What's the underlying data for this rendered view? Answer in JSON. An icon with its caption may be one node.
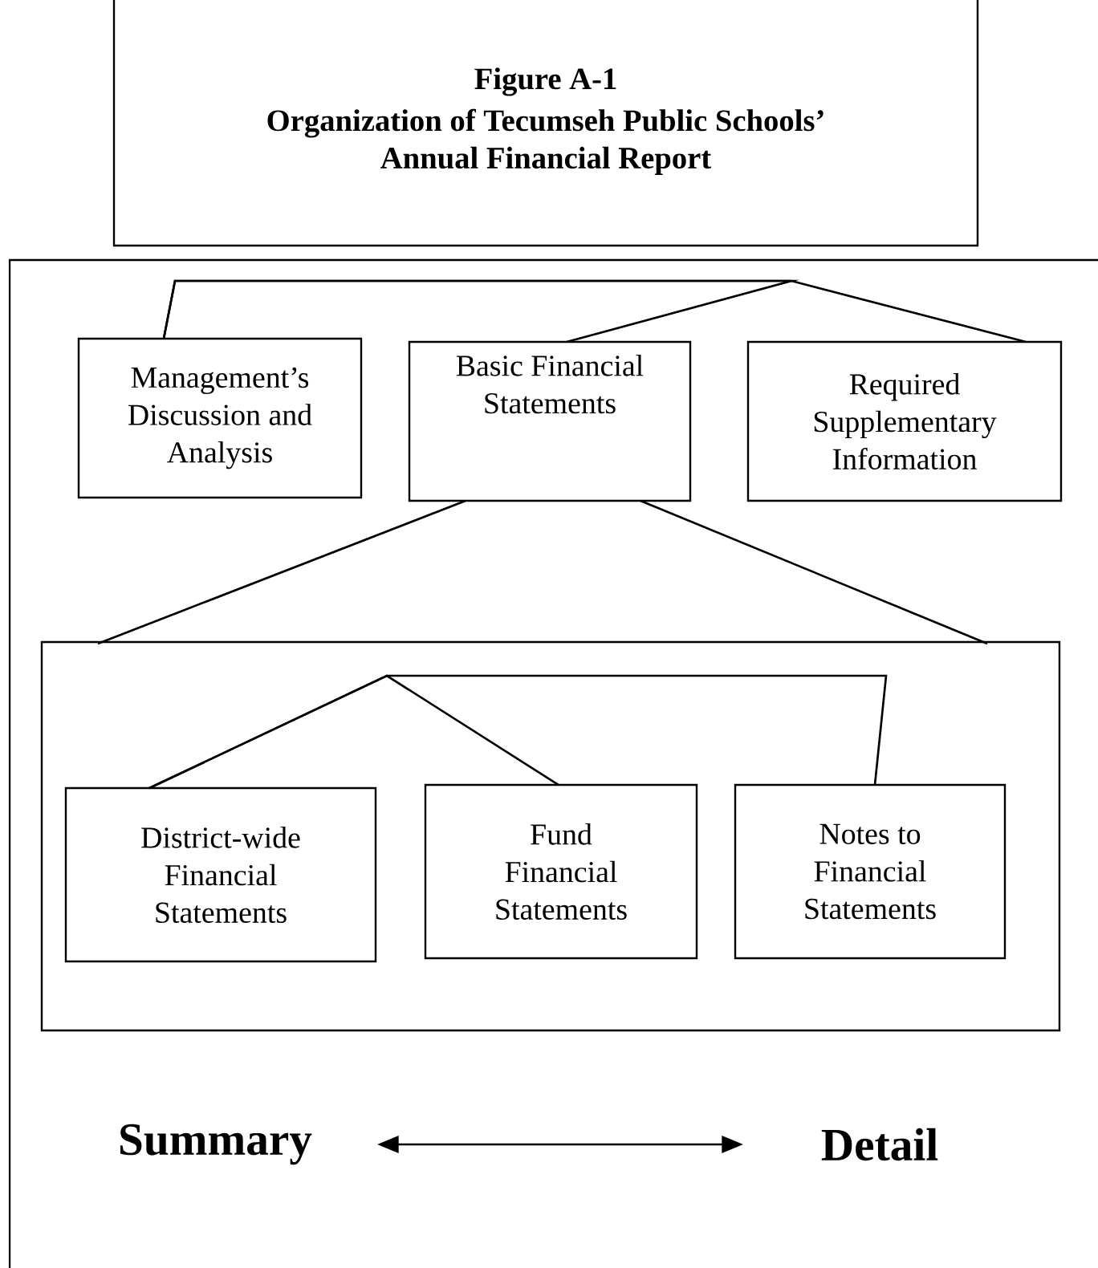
{
  "diagram": {
    "nodes": [
      {
        "text": [
          "Figure A-1",
          "Organization of Tecumseh Public Schools’ Annual Financial Report"
        ]
      },
      {
        "text": [],
        "shape": "box"
      },
      {
        "text": [
          "Management’s Discussion and Analysis"
        ],
        "in": 1
      },
      {
        "text": [
          "Basic Financial Statements"
        ],
        "in": 1
      },
      {
        "text": [
          "Required Supplementary Information"
        ],
        "in": 1
      },
      {
        "text": [],
        "shape": "box",
        "in": 1
      },
      {
        "text": [
          "District-wide Financial Statements"
        ],
        "in": 5
      },
      {
        "text": [
          "Fund Financial Statements"
        ],
        "in": 5
      },
      {
        "text": [
          "Notes to Financial Statements"
        ],
        "in": 5
      },
      {
        "text": [
          "Summary"
        ],
        "in": 1
      },
      {
        "text": [
          "Detail"
        ],
        "in": 1
      }
    ],
    "edges": [
      {
        "from": 2,
        "to": 3,
        "arrow": "none"
      },
      {
        "from": 2,
        "to": 4,
        "arrow": "none"
      },
      {
        "from": 3,
        "to": 5,
        "arrow": "none"
      },
      {
        "from": 3,
        "to": 5,
        "arrow": "none"
      },
      {
        "from": 6,
        "to": 7,
        "arrow": "none"
      },
      {
        "from": 6,
        "to": 8,
        "arrow": "none"
      },
      {
        "from": 9,
        "to": 10,
        "arrow": "both"
      }
    ]
  }
}
